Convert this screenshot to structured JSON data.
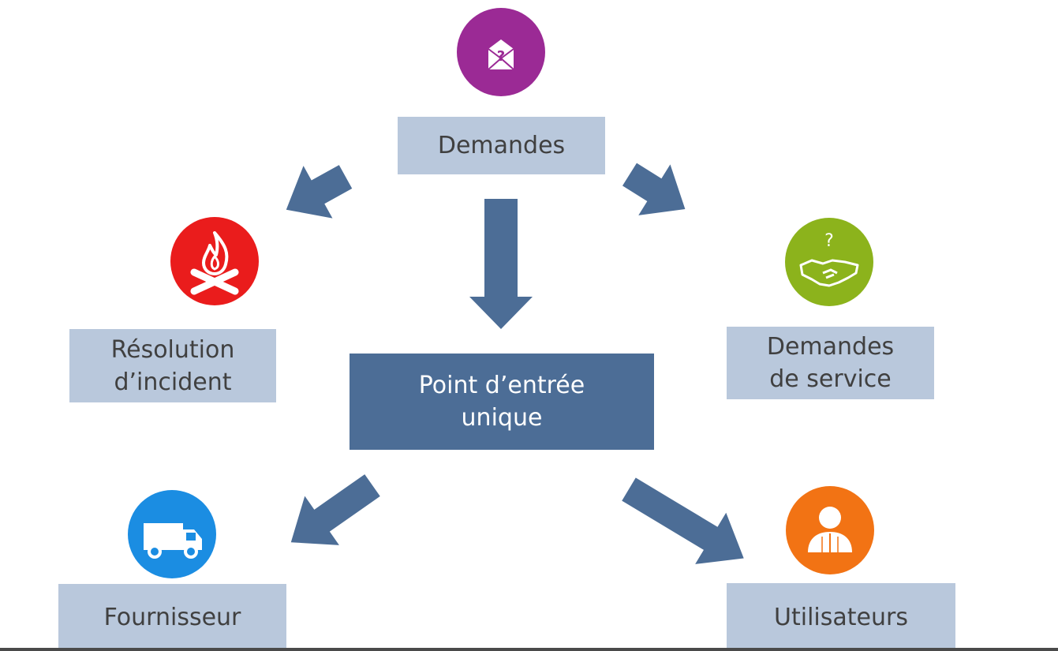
{
  "nodes": {
    "demandes": {
      "label": "Demandes",
      "icon": "envelope-question-icon",
      "color": "#9b2a95"
    },
    "resolution": {
      "line1": "Résolution",
      "line2": "d’incident",
      "icon": "campfire-icon",
      "color": "#ea1c1c"
    },
    "service": {
      "line1": "Demandes",
      "line2": "de service",
      "icon": "handshake-question-icon",
      "color": "#8cb31c"
    },
    "center": {
      "line1": "Point d’entrée",
      "line2": "unique"
    },
    "fournisseur": {
      "label": "Fournisseur",
      "icon": "delivery-truck-icon",
      "color": "#1b8de2"
    },
    "utilisateurs": {
      "label": "Utilisateurs",
      "icon": "user-icon",
      "color": "#f27314"
    }
  },
  "colors": {
    "label_box": "#b9c8dc",
    "center_box": "#4c6d96",
    "arrow": "#4c6d96",
    "label_text": "#404040"
  }
}
